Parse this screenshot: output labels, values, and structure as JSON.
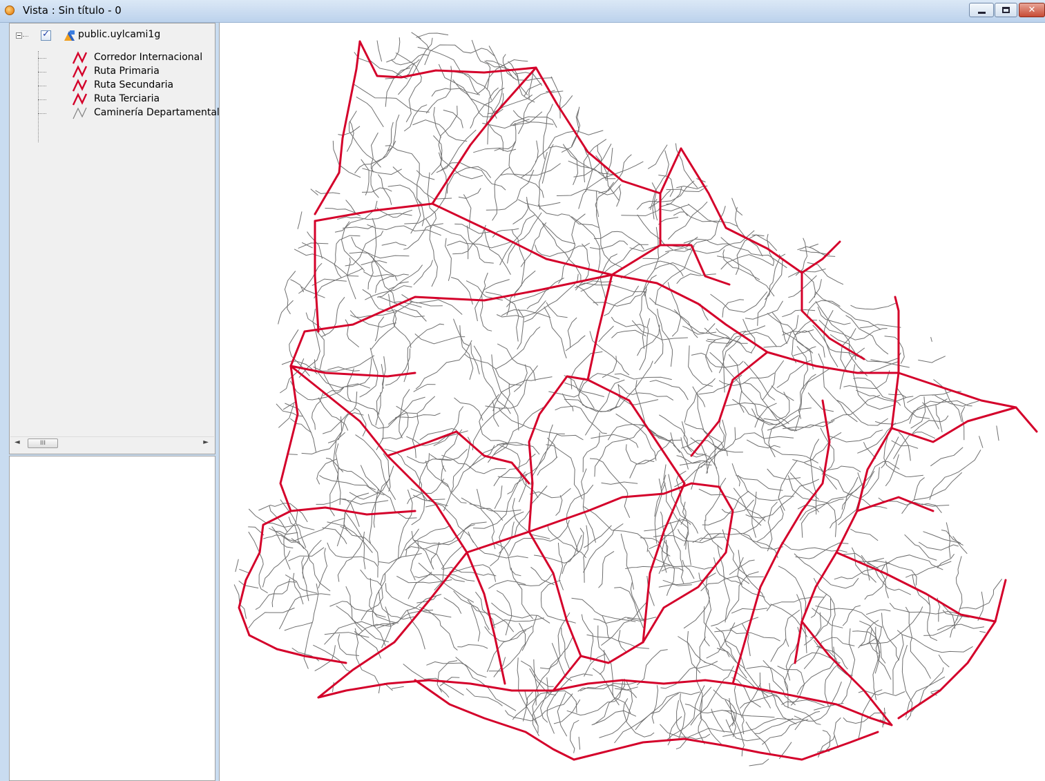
{
  "window": {
    "title": "Vista : Sin título - 0"
  },
  "window_buttons": {
    "minimize": "minimize-icon",
    "maximize": "maximize-icon",
    "close": "close-icon",
    "close_glyph": "✕"
  },
  "toc": {
    "layer": {
      "name": "public.uylcami1g",
      "checked": true
    },
    "legend": [
      {
        "label": "Corredor Internacional",
        "color": "#d4002a",
        "icon": "polyline-red-icon"
      },
      {
        "label": "Ruta Primaria",
        "color": "#d4002a",
        "icon": "polyline-red-icon"
      },
      {
        "label": "Ruta Secundaria",
        "color": "#d4002a",
        "icon": "polyline-red-icon"
      },
      {
        "label": "Ruta Terciaria",
        "color": "#d4002a",
        "icon": "polyline-red-icon"
      },
      {
        "label": "Caminería Departamental",
        "color": "#808080",
        "icon": "polyline-gray-icon"
      }
    ],
    "scrollbar": {
      "left_arrow": "◄",
      "right_arrow": "►",
      "grip": "III"
    }
  },
  "map": {
    "road_color": "#d4002a",
    "minor_road_color": "#6e6e6e"
  }
}
